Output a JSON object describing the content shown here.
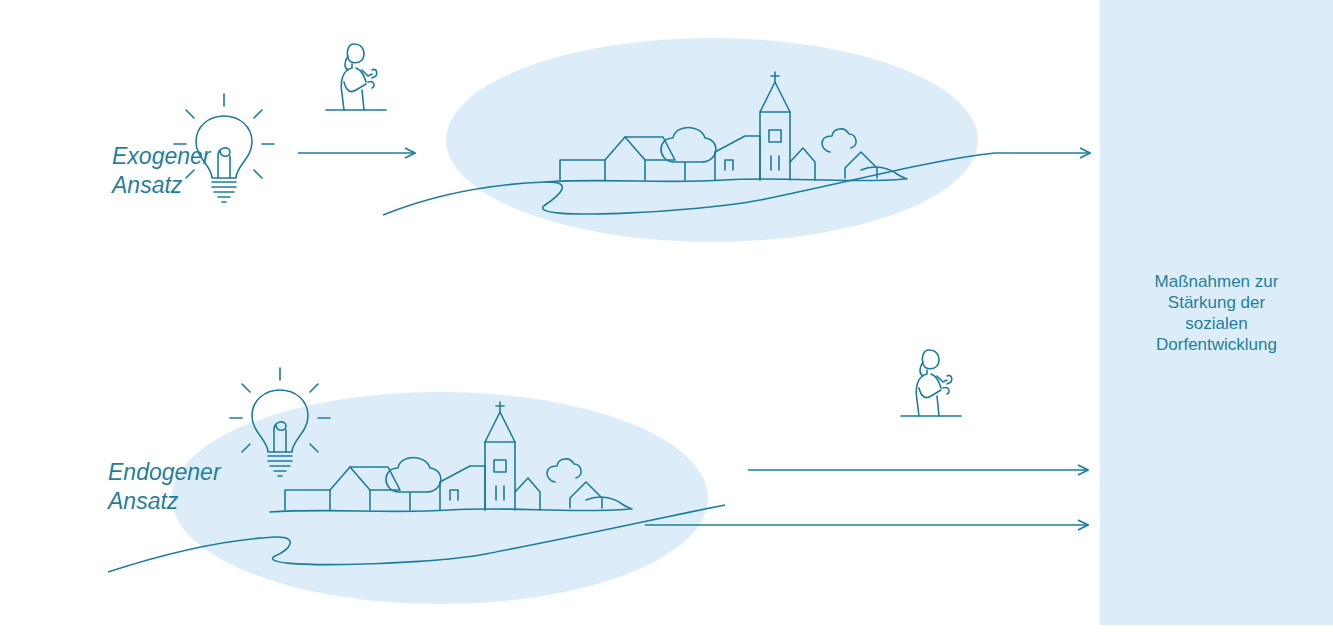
{
  "diagram": {
    "nodes": [
      {
        "text": [
          "Maßnahmen zur Stärkung der sozialen Dorfentwicklung"
        ]
      }
    ],
    "labels": [
      "Exogener Ansatz",
      "Endogener Ansatz"
    ]
  }
}
